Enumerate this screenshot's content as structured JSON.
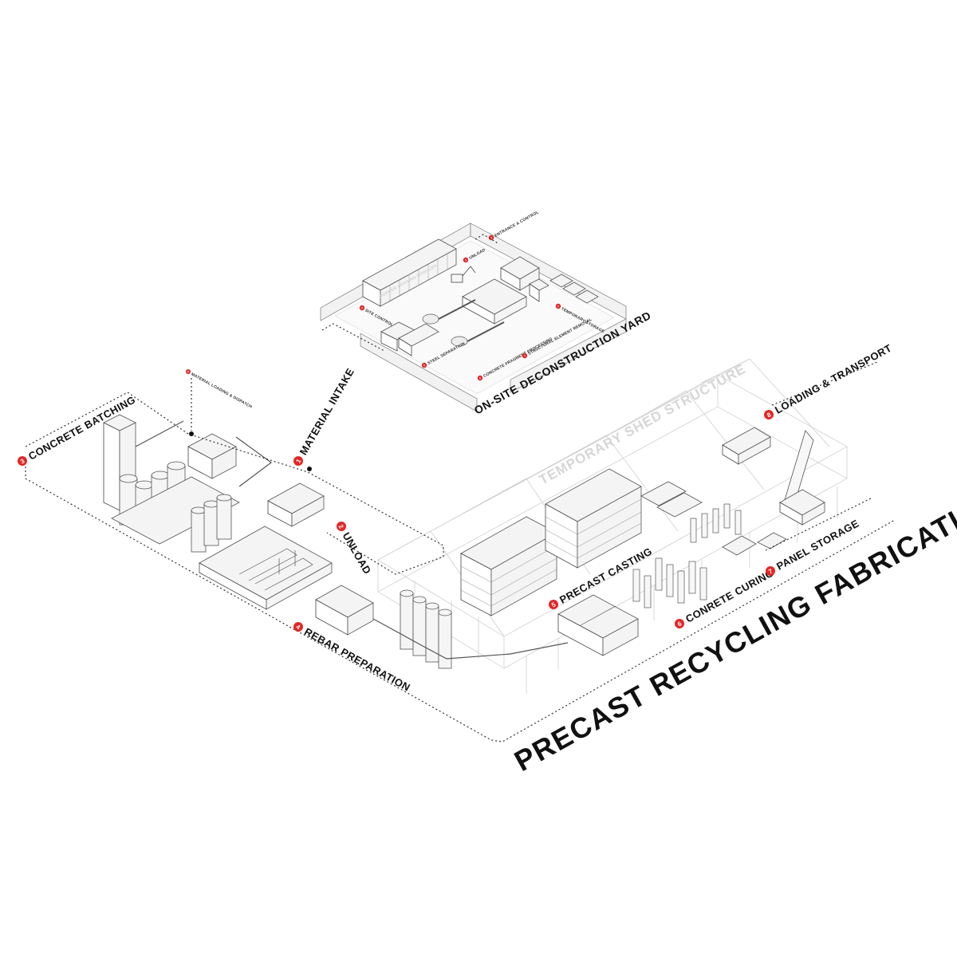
{
  "title": "PRECAST RECYCLING FABRICATION LAB",
  "yard_title": "ON-SITE DECONSTRUCTION YARD",
  "shed_label": "TEMPORARY SHED STRUCTURE",
  "yard_ghost_label": "WORKER HOUSING MODULES",
  "stages": [
    {
      "num": "1",
      "label": "MATERIAL INTAKE"
    },
    {
      "num": "2",
      "label": "UNLOAD"
    },
    {
      "num": "3",
      "label": "CONCRETE BATCHING"
    },
    {
      "num": "4",
      "label": "REBAR PREPARATION"
    },
    {
      "num": "5",
      "label": "PRECAST CASTING"
    },
    {
      "num": "6",
      "label": "CONRETE CURING"
    },
    {
      "num": "7",
      "label": "PANEL STORAGE"
    },
    {
      "num": "8",
      "label": "LOADING & TRANSPORT"
    }
  ],
  "loading_note": {
    "num": "8",
    "label": "MATERIAL LOADING & DISPATCH"
  },
  "yard_labels": [
    {
      "num": "1",
      "label": "ENTRANCE & CONTROL"
    },
    {
      "num": "2",
      "label": "UNLOAD"
    },
    {
      "num": "3",
      "label": "TEMPORARY STORAGE"
    },
    {
      "num": "4",
      "label": "SITE CONTROL"
    },
    {
      "num": "5",
      "label": "STEEL SEPARATION"
    },
    {
      "num": "6",
      "label": "CONCRETE FRAGMENT PROCESSING"
    },
    {
      "num": "7",
      "label": "STRUCTURAL ELEMENT REMOVAL"
    }
  ],
  "colors": {
    "accent": "#e32626",
    "ink": "#111111",
    "line": "#555555",
    "ghost": "#d6d6d6"
  }
}
